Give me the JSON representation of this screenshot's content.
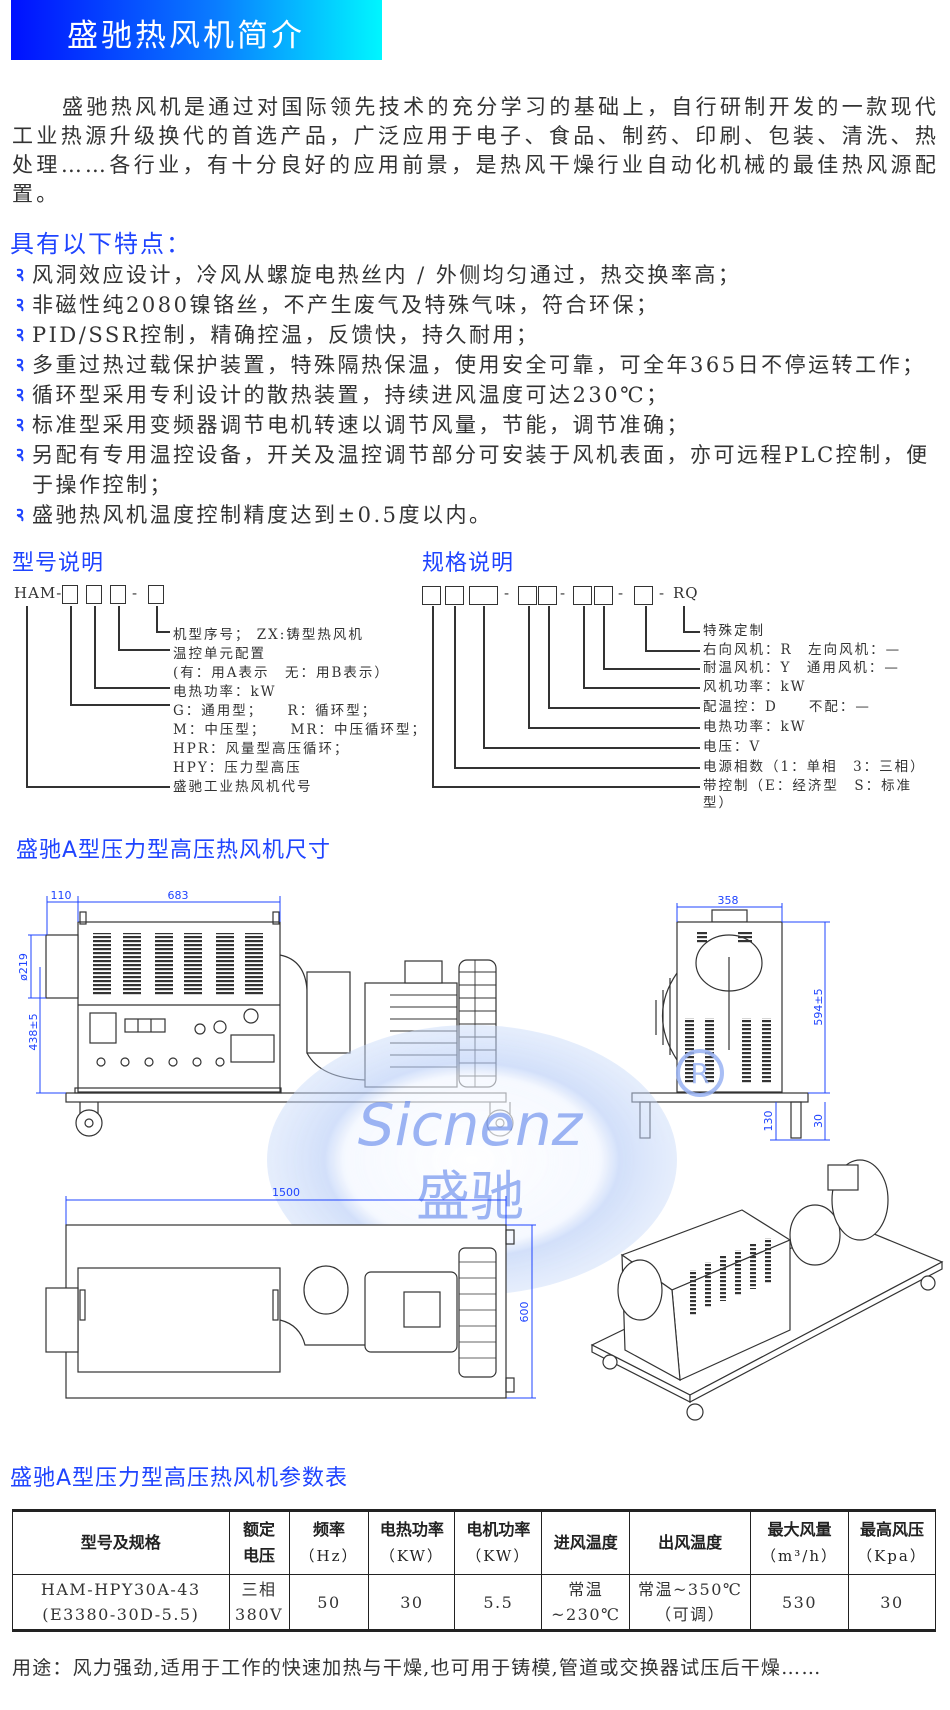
{
  "header": {
    "title": "盛驰热风机简介"
  },
  "intro": {
    "text": "盛驰热风机是通过对国际领先技术的充分学习的基础上，自行研制开发的一款现代工业热源升级换代的首选产品，广泛应用于电子、食品、制药、印刷、包装、清洗、热处理……各行业，有十分良好的应用前景，是热风干燥行业自动化机械的最佳热风源配置。"
  },
  "features": {
    "title": "具有以下特点：",
    "items": [
      "风洞效应设计，冷风从螺旋电热丝内 / 外侧均匀通过，热交换率高；",
      "非磁性纯2080镍铬丝，不产生废气及特殊气味，符合环保；",
      "PID/SSR控制，精确控温，反馈快，持久耐用；",
      "多重过热过载保护装置，特殊隔热保温，使用安全可靠，可全年365日不停运转工作；",
      "循环型采用专利设计的散热装置，持续进风温度可达230℃；",
      "标准型采用变频器调节电机转速以调节风量，节能，调节准确；",
      "另配有专用温控设备，开关及温控调节部分可安装于风机表面，亦可远程PLC控制，便于操作控制；",
      "盛驰热风机温度控制精度达到±0.5度以内。"
    ]
  },
  "model_spec": {
    "title": "型号说明",
    "prefix": "HAM-",
    "dash": "-",
    "labels": [
      "机型序号； ZX:铸型热风机",
      "温控单元配置",
      "(有：用A表示　无：用B表示）",
      "电热功率：kW",
      "G：通用型；　　R：循环型；",
      "M：中压型；　　MR：中压循环型；",
      "HPR：风量型高压循环；",
      "HPY：压力型高压",
      "盛驰工业热风机代号"
    ]
  },
  "spec": {
    "title": "规格说明",
    "dash": "-",
    "suffix": "RQ",
    "labels": [
      "特殊定制",
      "右向风机：R　左向风机：—",
      "耐温风机：Y　通用风机：—",
      "风机功率：kW",
      "配温控：D　　不配：—",
      "电热功率：kW",
      "电压：V",
      "电源相数（1：单相　3：三相）",
      "带控制（E：经济型　S：标准",
      "型）"
    ]
  },
  "dimensions": {
    "title": "盛驰A型压力型高压热风机尺寸",
    "d110": "110",
    "d683": "683",
    "d219": "ø219",
    "d438": "438±5",
    "d358": "358",
    "d594": "594±5",
    "d130": "130",
    "d30": "30",
    "d1500": "1500",
    "d600": "600"
  },
  "watermark": {
    "latin": "Sicnenz",
    "cn": "盛驰",
    "reg": "R"
  },
  "params": {
    "title": "盛驰A型压力型高压热风机参数表",
    "headers": [
      {
        "name": "型号及规格",
        "unit": ""
      },
      {
        "name": "额定电压",
        "unit": ""
      },
      {
        "name": "频率",
        "unit": "（Hz）"
      },
      {
        "name": "电热功率",
        "unit": "（KW）"
      },
      {
        "name": "电机功率",
        "unit": "（KW）"
      },
      {
        "name": "进风温度",
        "unit": ""
      },
      {
        "name": "出风温度",
        "unit": ""
      },
      {
        "name": "最大风量",
        "unit": "（m³/h）"
      },
      {
        "name": "最高风压",
        "unit": "（Kpa）"
      }
    ],
    "row": {
      "model_line1": "HAM-HPY30A-43",
      "model_line2": "(E3380-30D-5.5)",
      "voltage_line1": "三相",
      "voltage_line2": "380V",
      "freq": "50",
      "heat_power": "30",
      "motor_power": "5.5",
      "inlet_line1": "常温",
      "inlet_line2": "~230℃",
      "outlet_line1": "常温~350℃",
      "outlet_line2": "（可调）",
      "max_flow": "530",
      "max_pressure": "30"
    }
  },
  "usage": {
    "text": "用途：风力强劲,适用于工作的快速加热与干燥,也可用于铸模,管道或交换器试压后干燥……"
  },
  "colors": {
    "accent": "#1f44ff",
    "banner_start": "#0010ff",
    "banner_end": "#00f6ff",
    "dimension": "#1f44ff"
  }
}
